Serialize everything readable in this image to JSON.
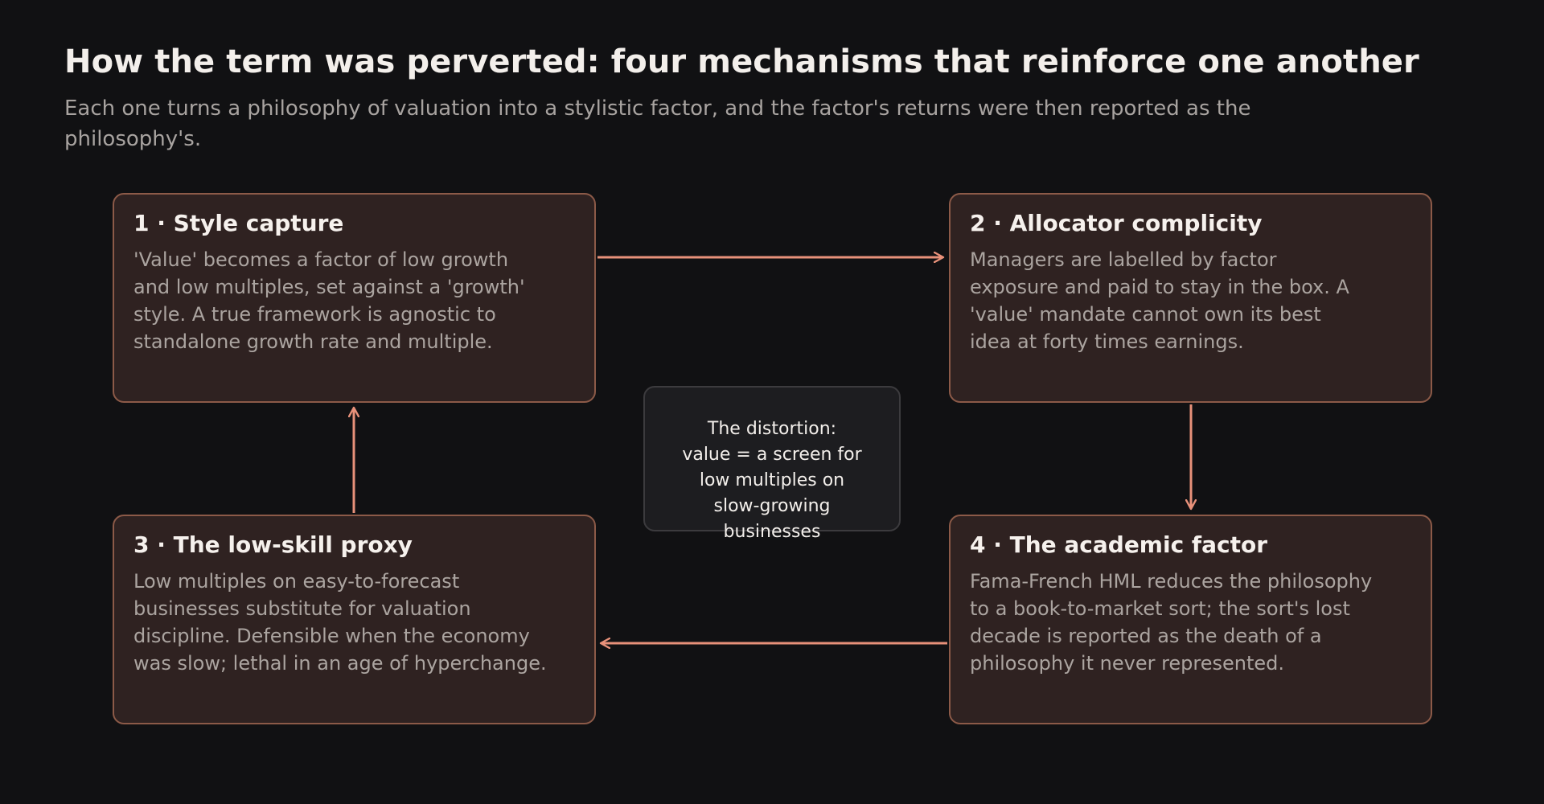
{
  "header": {
    "title": "How the term was perverted: four mechanisms that reinforce one another",
    "subtitle": "Each one turns a philosophy of valuation into a stylistic factor, and the factor's returns were then reported as the philosophy's."
  },
  "cards": [
    {
      "title": "1 · Style capture",
      "body": "'Value' becomes a factor of low growth and low multiples, set against a 'growth' style. A true framework is agnostic to standalone growth rate and multiple."
    },
    {
      "title": "2 · Allocator complicity",
      "body": "Managers are labelled by factor exposure and paid to stay in the box. A 'value' mandate cannot own its best idea at forty times earnings."
    },
    {
      "title": "3 · The low-skill proxy",
      "body": "Low multiples on easy-to-forecast businesses substitute for valuation discipline. Defensible when the economy was slow; lethal in an age of hyperchange."
    },
    {
      "title": "4 · The academic factor",
      "body": "Fama-French HML reduces the philosophy to a book-to-market sort; the sort's lost decade is reported as the death of a philosophy it never represented."
    }
  ],
  "center": {
    "lines": [
      "The distortion:",
      "value = a screen for",
      "low multiples on",
      "slow-growing",
      "businesses"
    ]
  },
  "colors": {
    "background": "#111113",
    "card_fill": "#2f2221",
    "card_border": "#8c5a48",
    "arrow": "#e8917a",
    "center_fill": "#1d1d20",
    "center_border": "#3c3b3e"
  }
}
